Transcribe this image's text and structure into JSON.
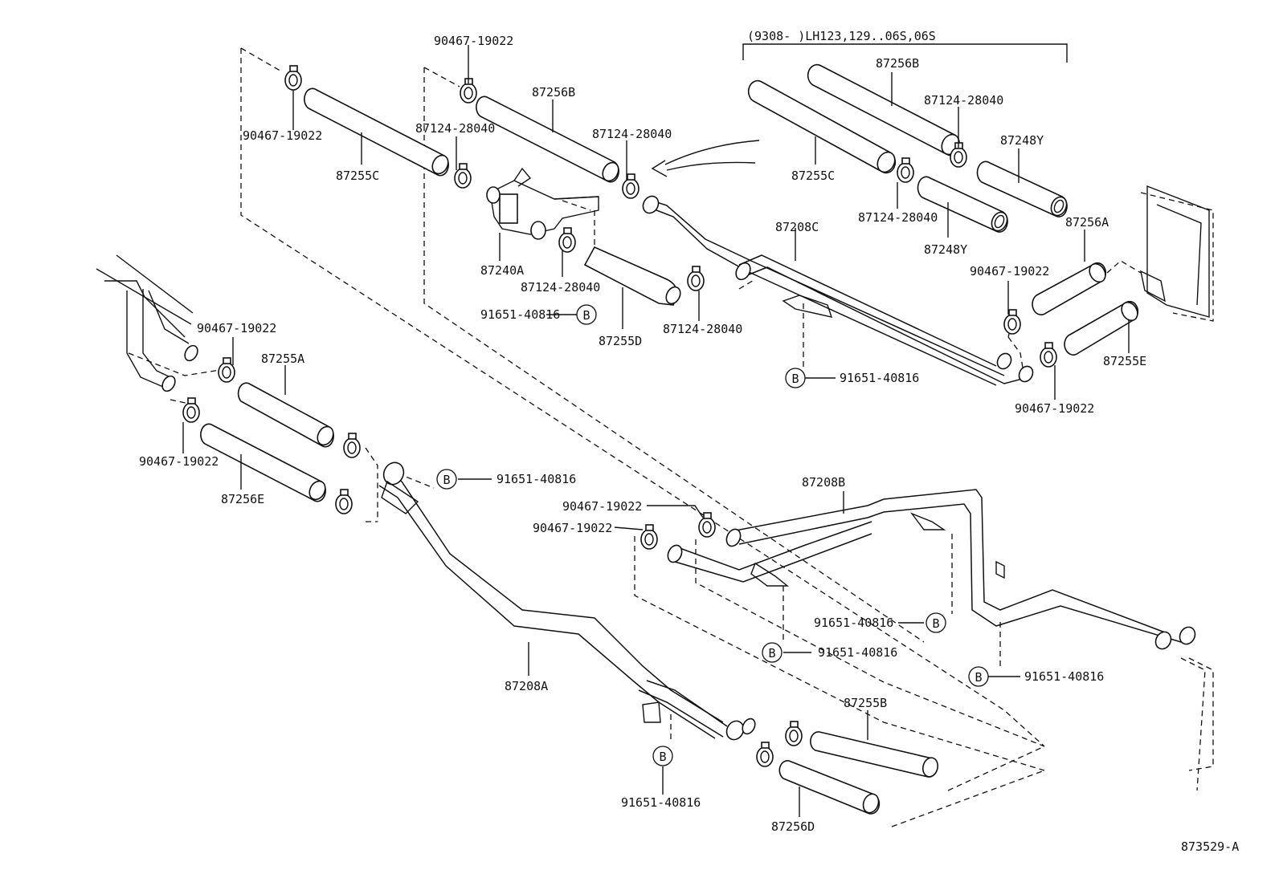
{
  "diagram": {
    "header_note": "(9308-      )LH123,129..06S,06S",
    "figure_id": "873529-A",
    "ref_mark": "B",
    "labels": {
      "c1": "90467-19022",
      "c2": "90467-19022",
      "c3": "90467-19022",
      "c4": "90467-19022",
      "c5": "90467-19022",
      "c6": "90467-19022",
      "c7": "90467-19022",
      "c8": "90467-19022",
      "h1": "87255C",
      "h2": "87256B",
      "h3": "87255C",
      "h4": "87256B",
      "h5": "87255A",
      "h6": "87256E",
      "h7": "87255D",
      "h8": "87256A",
      "h9": "87255E",
      "h10": "87248Y",
      "h11": "87248Y",
      "h12": "87255B",
      "h13": "87256D",
      "k1": "87124-28040",
      "k2": "87124-28040",
      "k3": "87124-28040",
      "k4": "87124-28040",
      "k5": "87124-28040",
      "k6": "87124-28040",
      "v1": "87240A",
      "p1": "87208C",
      "p2": "87208B",
      "p3": "87208A",
      "b1": "91651-40816",
      "b2": "91651-40816",
      "b3": "91651-40816",
      "b4": "91651-40816",
      "b5": "91651-40816",
      "b6": "91651-40816",
      "b7": "91651-40816"
    }
  }
}
